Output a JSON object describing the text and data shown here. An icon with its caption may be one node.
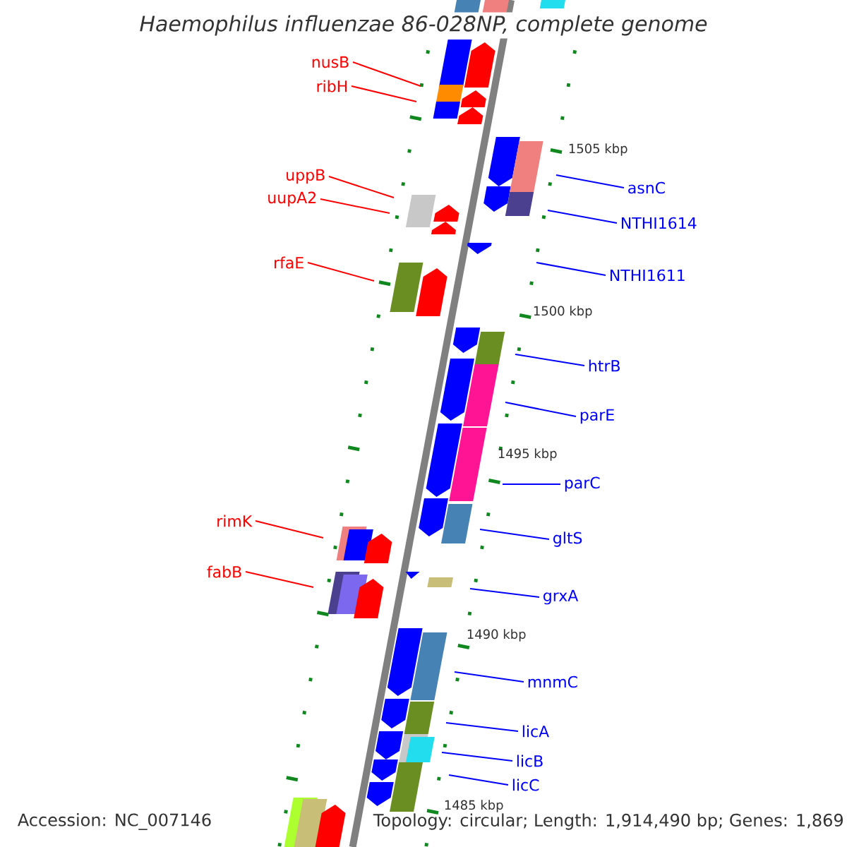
{
  "diagram": {
    "title": "Haemophilus influenzae 86-028NP, complete genome",
    "nodes": [
      {
        "text": [
          "nusB"
        ]
      },
      {
        "text": [
          "ribH"
        ]
      },
      {
        "text": [
          "uppB"
        ]
      },
      {
        "text": [
          "uupA2"
        ]
      },
      {
        "text": [
          "rfaE"
        ]
      },
      {
        "text": [
          "rimK"
        ]
      },
      {
        "text": [
          "fabB"
        ]
      },
      {
        "text": [
          "asnC"
        ]
      },
      {
        "text": [
          "NTHI1614"
        ]
      },
      {
        "text": [
          "NTHI1611"
        ]
      },
      {
        "text": [
          "htrB"
        ]
      },
      {
        "text": [
          "parE"
        ]
      },
      {
        "text": [
          "parC"
        ]
      },
      {
        "text": [
          "gltS"
        ]
      },
      {
        "text": [
          "grxA"
        ]
      },
      {
        "text": [
          "mnmC"
        ]
      },
      {
        "text": [
          "licA"
        ]
      },
      {
        "text": [
          "licB"
        ]
      },
      {
        "text": [
          "licC"
        ]
      }
    ],
    "edges": [
      {
        "from": 0,
        "to": null,
        "arrow": "none",
        "color": "#ff0000"
      },
      {
        "from": 1,
        "to": null,
        "arrow": "none",
        "color": "#ff0000"
      },
      {
        "from": 2,
        "to": null,
        "arrow": "none",
        "color": "#ff0000"
      },
      {
        "from": 3,
        "to": null,
        "arrow": "none",
        "color": "#ff0000"
      },
      {
        "from": 4,
        "to": null,
        "arrow": "none",
        "color": "#ff0000"
      },
      {
        "from": 5,
        "to": null,
        "arrow": "none",
        "color": "#ff0000"
      },
      {
        "from": 6,
        "to": null,
        "arrow": "none",
        "color": "#ff0000"
      },
      {
        "from": 7,
        "to": null,
        "arrow": "none",
        "color": "#0000ff"
      },
      {
        "from": 8,
        "to": null,
        "arrow": "none",
        "color": "#0000ff"
      },
      {
        "from": 9,
        "to": null,
        "arrow": "none",
        "color": "#0000ff"
      },
      {
        "from": 10,
        "to": null,
        "arrow": "none",
        "color": "#0000ff"
      },
      {
        "from": 11,
        "to": null,
        "arrow": "none",
        "color": "#0000ff"
      },
      {
        "from": 12,
        "to": null,
        "arrow": "none",
        "color": "#0000ff"
      },
      {
        "from": 13,
        "to": null,
        "arrow": "none",
        "color": "#0000ff"
      },
      {
        "from": 14,
        "to": null,
        "arrow": "none",
        "color": "#0000ff"
      },
      {
        "from": 15,
        "to": null,
        "arrow": "none",
        "color": "#0000ff"
      },
      {
        "from": 16,
        "to": null,
        "arrow": "none",
        "color": "#0000ff"
      },
      {
        "from": 17,
        "to": null,
        "arrow": "none",
        "color": "#0000ff"
      },
      {
        "from": 18,
        "to": null,
        "arrow": "none",
        "color": "#0000ff"
      }
    ],
    "labels": [
      "1505 kbp",
      "1500 kbp",
      "1495 kbp",
      "1490 kbp",
      "1485 kbp",
      "Accession: NC_007146",
      "Topology: circular; Length: 1,914,490 bp; Genes: 1,869"
    ]
  }
}
